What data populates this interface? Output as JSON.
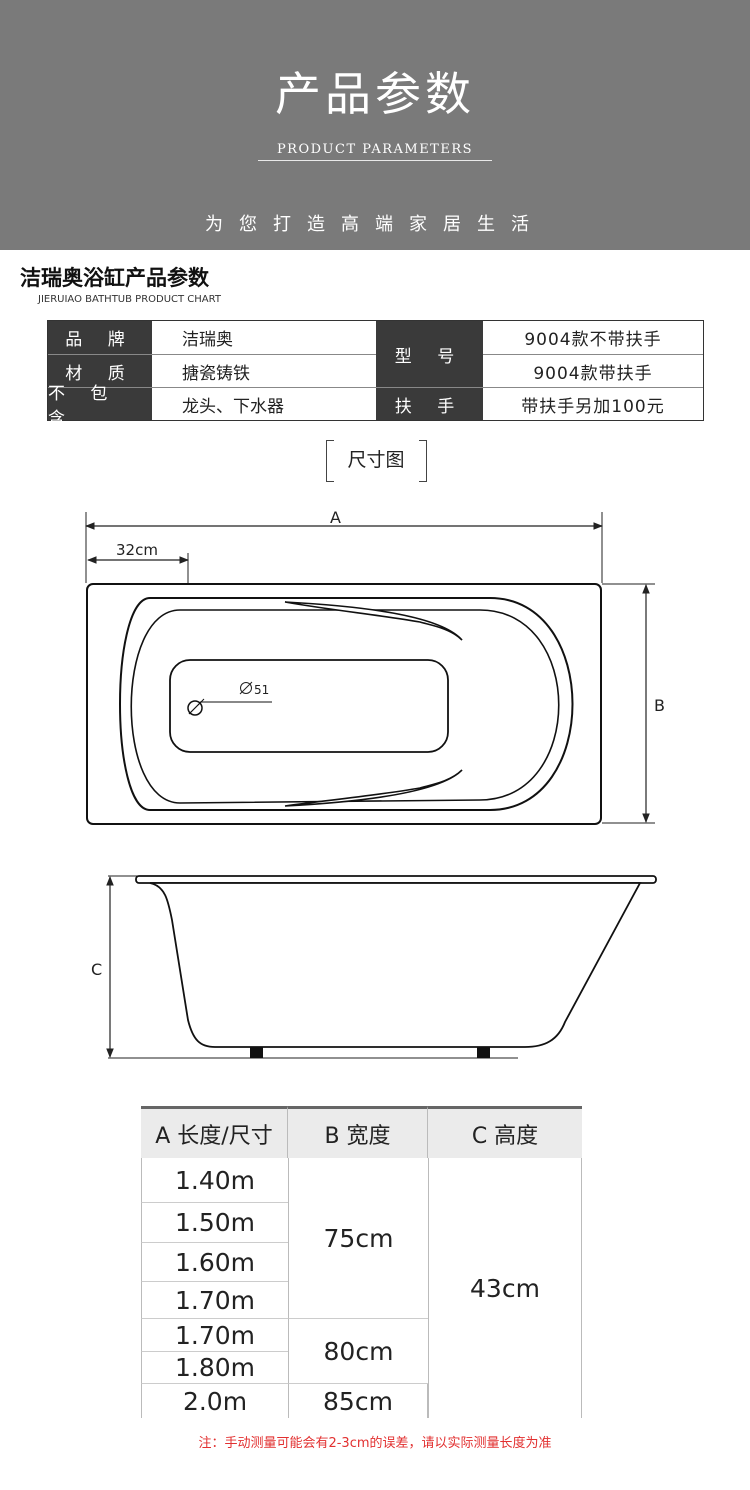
{
  "header": {
    "title": "产品参数",
    "subtitle": "PRODUCT PARAMETERS",
    "tagline": "为您打造高端家居生活",
    "bg_color": "#7a7a7a"
  },
  "section": {
    "title": "洁瑞奥浴缸产品参数",
    "subtitle": "JIERUIAO BATHTUB PRODUCT CHART"
  },
  "params": {
    "brand_label": "品 牌",
    "brand_value": "洁瑞奥",
    "material_label": "材 质",
    "material_value": "搪瓷铸铁",
    "excluded_label": "不 包 含",
    "excluded_value": "龙头、下水器",
    "model_label": "型 号",
    "model_value_1": "9004款不带扶手",
    "model_value_2": "9004款带扶手",
    "handle_label": "扶 手",
    "handle_value": "带扶手另加100元"
  },
  "figure": {
    "tag": "尺寸图",
    "label_a": "A",
    "label_b": "B",
    "label_c": "C",
    "dim_32": "32cm",
    "drain": "51"
  },
  "size_table": {
    "headers": [
      "A  长度/尺寸",
      "B  宽度",
      "C  高度"
    ],
    "lengths": [
      "1.40m",
      "1.50m",
      "1.60m",
      "1.70m",
      "1.70m",
      "1.80m",
      "2.0m"
    ],
    "widths": [
      "75cm",
      "80cm",
      "85cm"
    ],
    "height": "43cm"
  },
  "note": "注：手动测量可能会有2-3cm的误差，请以实际测量长度为准"
}
